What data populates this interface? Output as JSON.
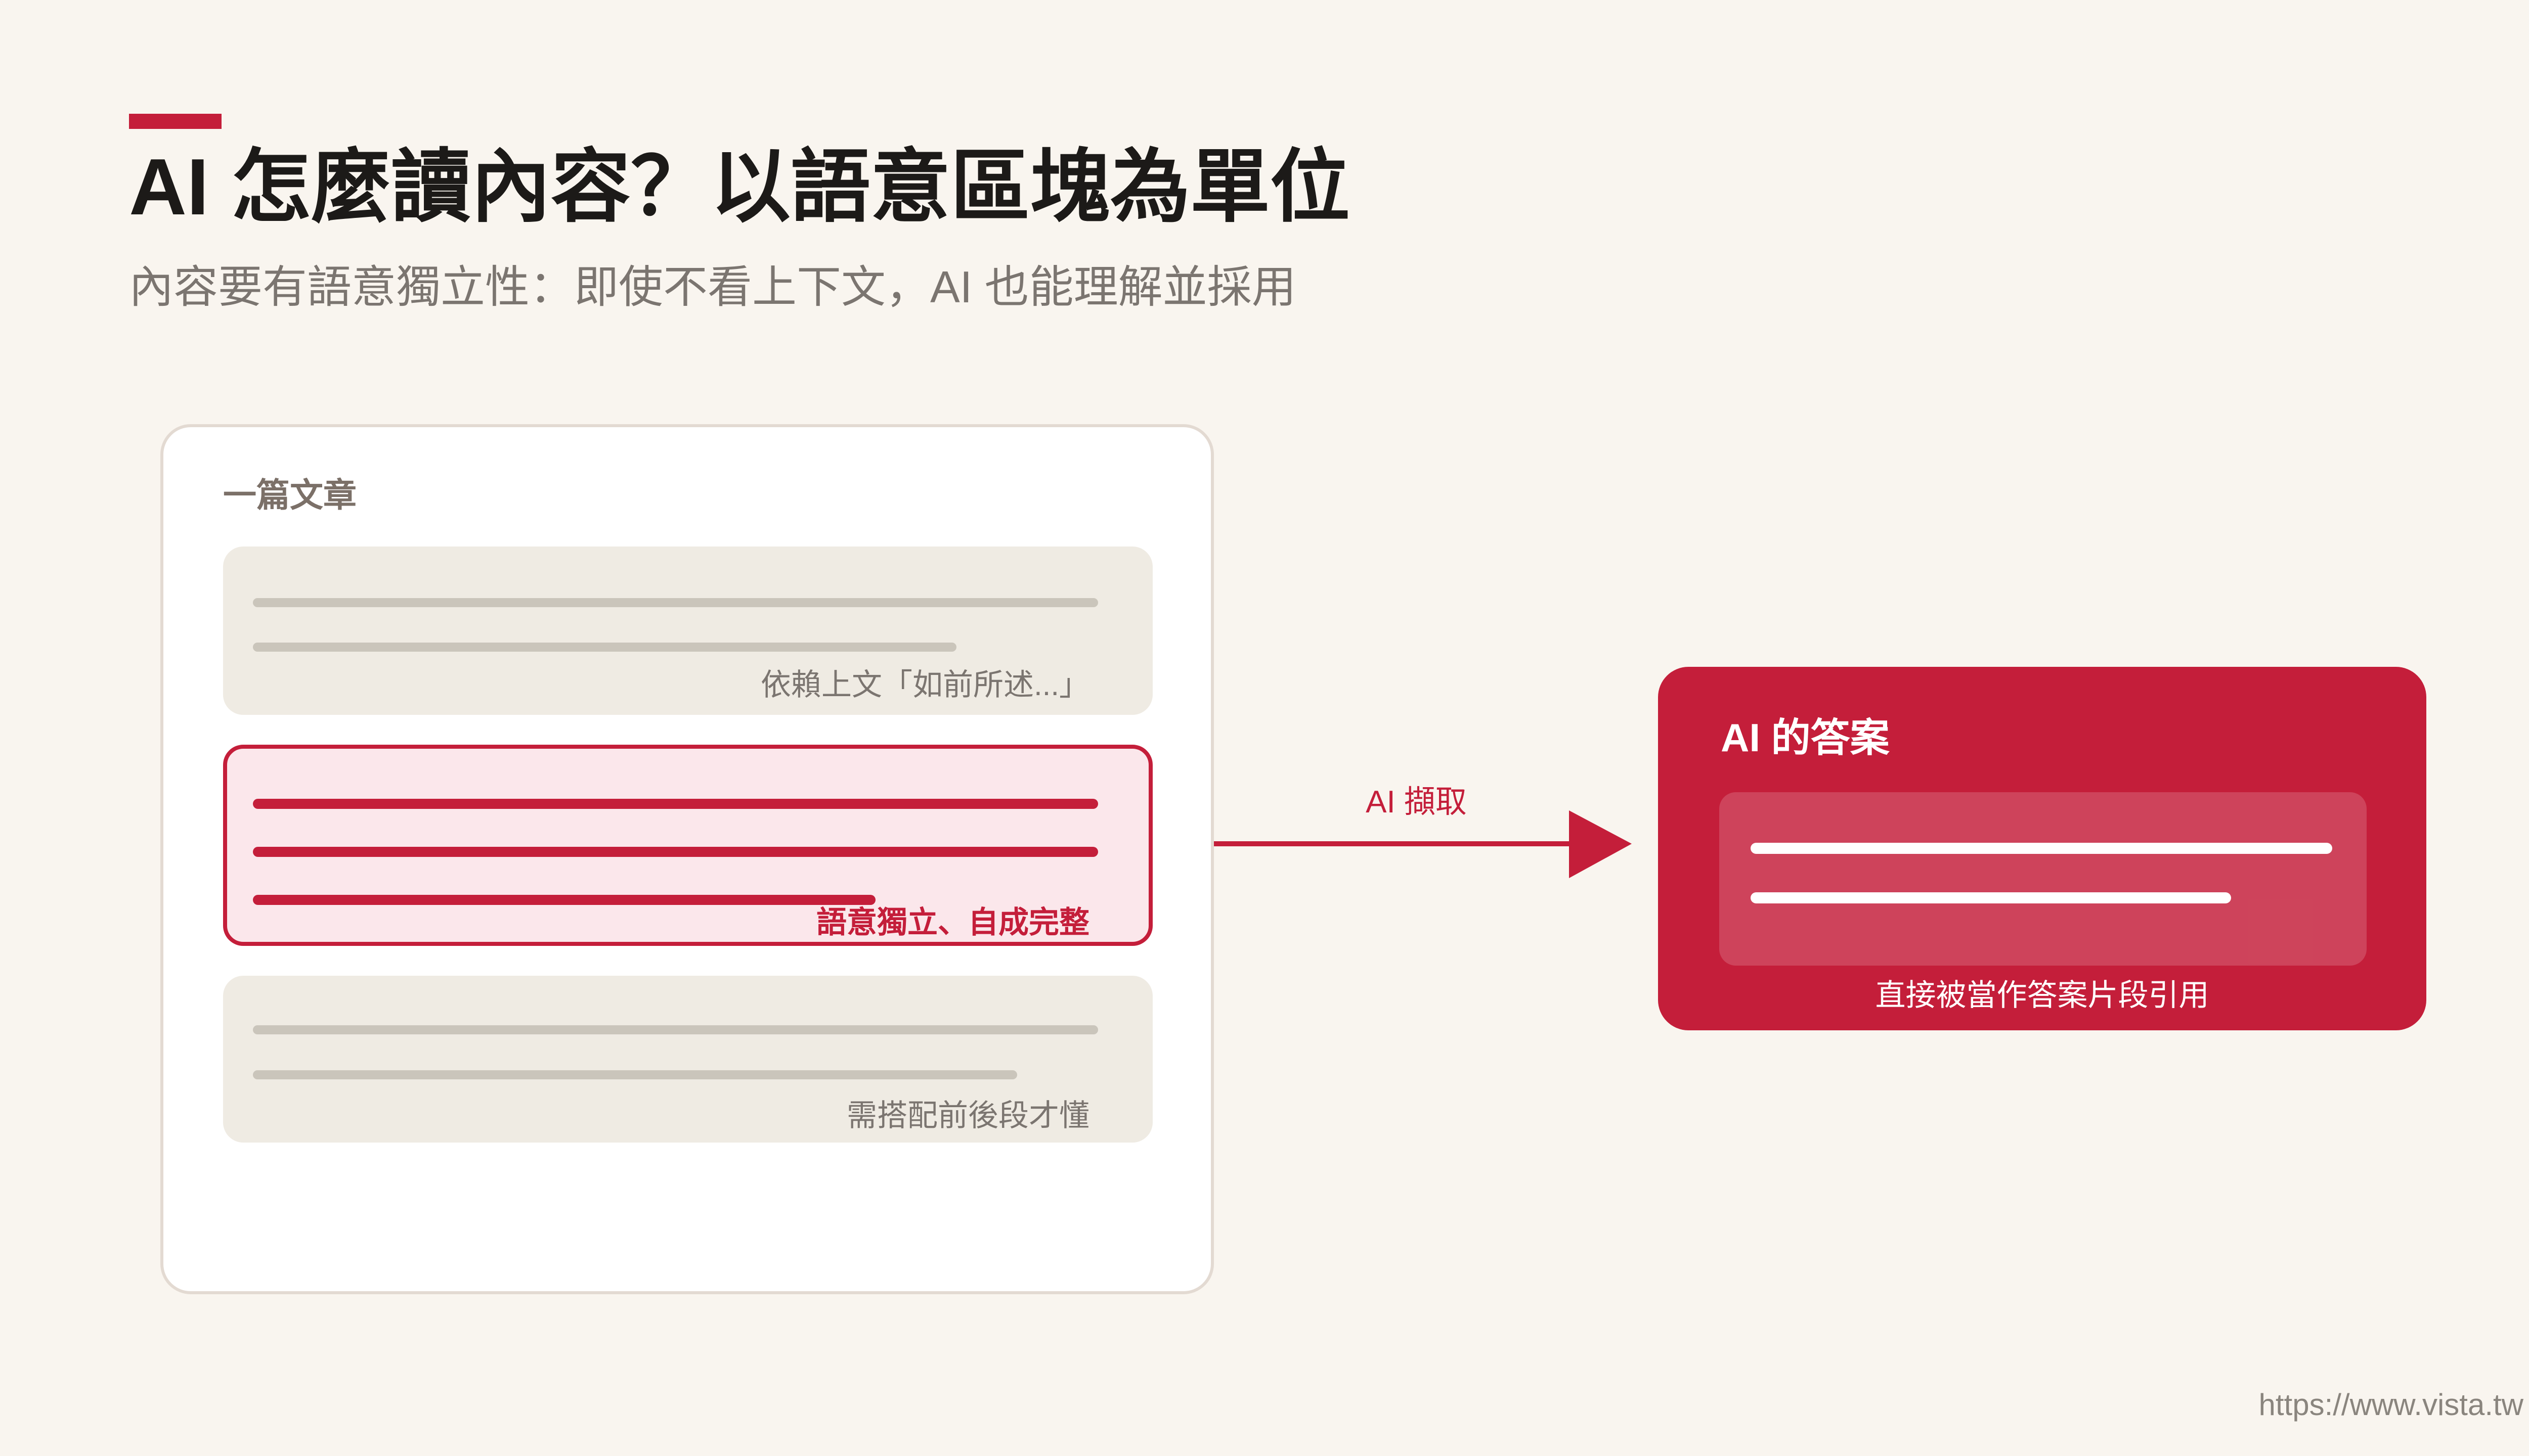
{
  "colors": {
    "background": "#f9f5ef",
    "accent": "#c41e3a",
    "highlight_background": "#fbe7eb",
    "neutral_block": "#efebe3",
    "placeholder_line": "#cac5bb",
    "muted_text": "#7b7570"
  },
  "header": {
    "title": "AI 怎麼讀內容？以語意區塊為單位",
    "subtitle": "內容要有語意獨立性：即使不看上下文，AI 也能理解並採用"
  },
  "article": {
    "label": "一篇文章",
    "blocks": [
      {
        "caption": "依賴上文「如前所述...」"
      },
      {
        "caption": "語意獨立、自成完整"
      },
      {
        "caption": "需搭配前後段才懂"
      }
    ]
  },
  "arrow": {
    "label": "AI 擷取"
  },
  "answer": {
    "title": "AI 的答案",
    "caption": "直接被當作答案片段引用"
  },
  "footer": {
    "url": "https://www.vista.tw"
  }
}
